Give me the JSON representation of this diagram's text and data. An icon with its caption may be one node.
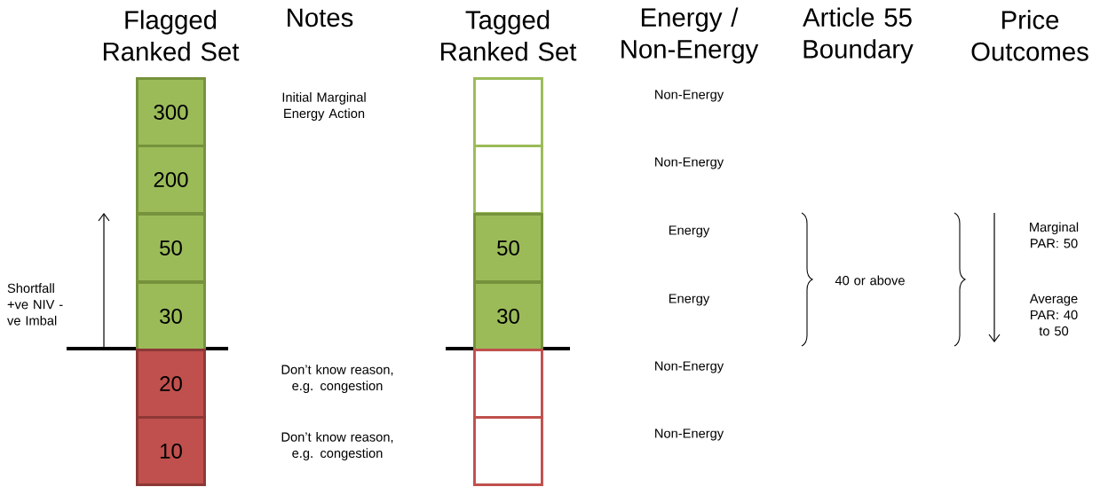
{
  "diagram": {
    "nodes": [
      {
        "text": [
          "300"
        ]
      },
      {
        "text": [
          "200"
        ]
      },
      {
        "text": [
          "50"
        ]
      },
      {
        "text": [
          "30"
        ]
      },
      {
        "text": [
          "20"
        ]
      },
      {
        "text": [
          "10"
        ]
      },
      {
        "text": [],
        "shape": "box"
      },
      {
        "text": [],
        "shape": "box"
      },
      {
        "text": [
          "50"
        ]
      },
      {
        "text": [
          "30"
        ]
      },
      {
        "text": [],
        "shape": "box"
      },
      {
        "text": [],
        "shape": "box"
      }
    ],
    "labels": [
      "Flagged Ranked Set",
      "Notes",
      "Tagged Ranked Set",
      "Energy / Non-Energy",
      "Article 55 Boundary",
      "Price Outcomes",
      "Initial Marginal Energy Action",
      "Non-Energy",
      "Non-Energy",
      "Energy",
      "Marginal PAR: 50",
      "Shortfall +ve NIV -ve Imbal",
      "40 or above",
      "Energy",
      "Average PAR: 40 to 50",
      "Don’t know reason, e.g. congestion",
      "Non-Energy",
      "Don’t know reason, e.g. congestion",
      "Non-Energy"
    ]
  }
}
